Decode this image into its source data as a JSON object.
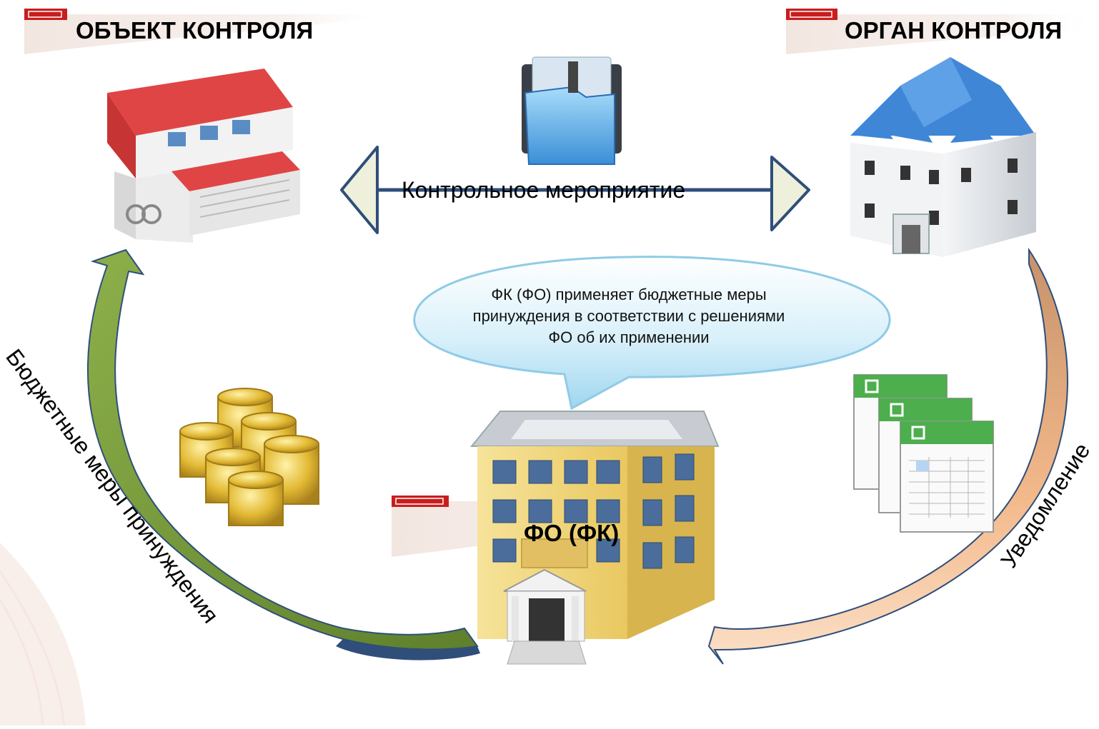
{
  "titles": {
    "object": "ОБЪЕКТ КОНТРОЛЯ",
    "organ": "ОРГАН КОНТРОЛЯ",
    "fo": "ФО (ФК)"
  },
  "arrow_label": "Контрольное мероприятие",
  "callout_lines": [
    "ФК (ФО) применяет бюджетные меры",
    "принуждения в соответствии с решениями",
    "ФО об их применении"
  ],
  "left_label": "Бюджетные меры принуждения",
  "right_label": "Уведомление",
  "colors": {
    "arrow_stroke": "#2f4e7a",
    "arrow_fill": "#eef0dc",
    "left_curve": "#7a9b3a",
    "right_curve": "#e8a070",
    "callout": "#bfe6f6",
    "roof_red": "#d63a3a",
    "roof_blue": "#3f86d6",
    "facade_yellow": "#f1d878",
    "coin": "#e2b933"
  },
  "icons": [
    "warehouse-building-icon",
    "blue-mansion-icon",
    "folder-icon",
    "spreadsheet-documents-icon",
    "coins-stack-icon",
    "yellow-office-building-icon"
  ]
}
